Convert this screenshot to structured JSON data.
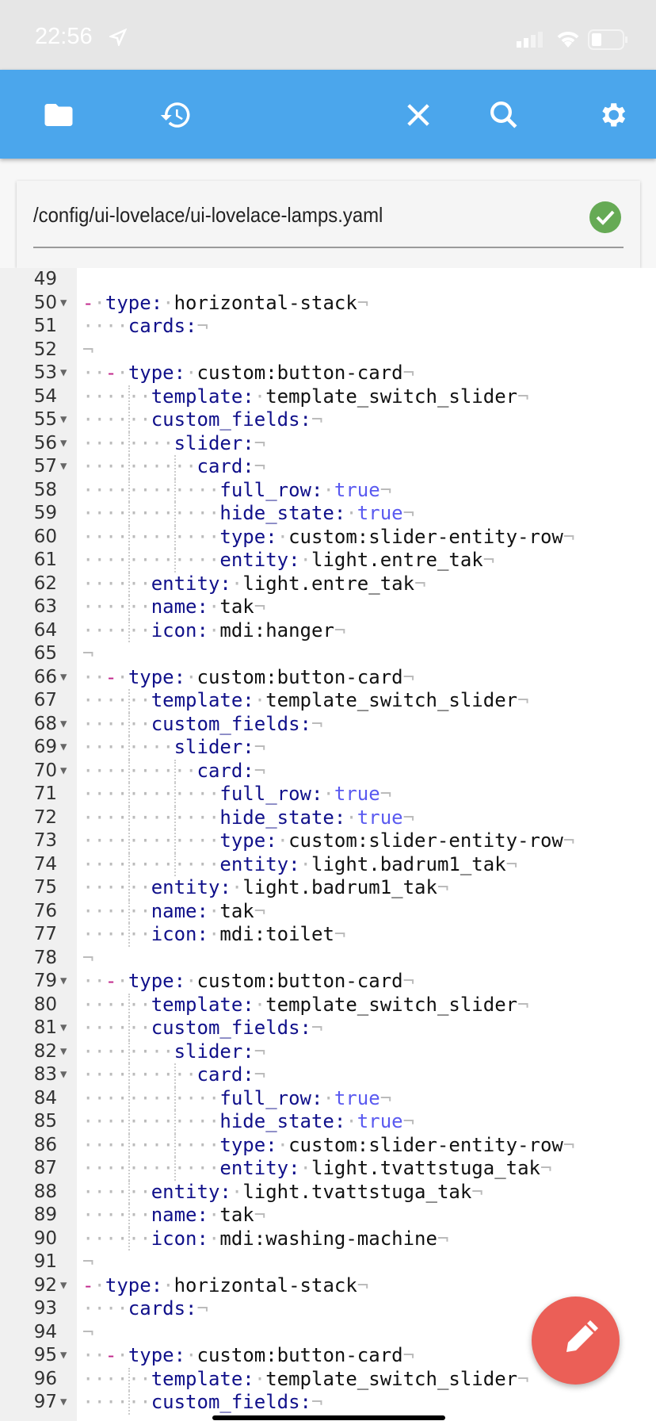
{
  "status_bar": {
    "time": "22:56"
  },
  "toolbar": {
    "icons": [
      "folder-icon",
      "history-icon",
      "close-icon",
      "search-icon",
      "gear-icon"
    ],
    "color": "#4ba6ec"
  },
  "file": {
    "path": "/config/ui-lovelace/ui-lovelace-lamps.yaml",
    "valid": true
  },
  "editor": {
    "lines": [
      {
        "n": "49"
      },
      {
        "n": "50",
        "i": 2,
        "d": true,
        "k": "type",
        "v": "horizontal-stack",
        "f": true
      },
      {
        "n": "51",
        "i": 4,
        "k": "cards"
      },
      {
        "n": "52",
        "e": true
      },
      {
        "n": "53",
        "i": 4,
        "d": true,
        "k": "type",
        "v": "custom:button-card",
        "f": true
      },
      {
        "n": "54",
        "i": 6,
        "k": "template",
        "v": "template_switch_slider"
      },
      {
        "n": "55",
        "i": 6,
        "k": "custom_fields",
        "f": true
      },
      {
        "n": "56",
        "i": 8,
        "k": "slider",
        "f": true
      },
      {
        "n": "57",
        "i": 10,
        "k": "card",
        "f": true
      },
      {
        "n": "58",
        "i": 12,
        "k": "full_row",
        "v": "true",
        "b": true
      },
      {
        "n": "59",
        "i": 12,
        "k": "hide_state",
        "v": "true",
        "b": true
      },
      {
        "n": "60",
        "i": 12,
        "k": "type",
        "v": "custom:slider-entity-row"
      },
      {
        "n": "61",
        "i": 12,
        "k": "entity",
        "v": "light.entre_tak"
      },
      {
        "n": "62",
        "i": 6,
        "k": "entity",
        "v": "light.entre_tak"
      },
      {
        "n": "63",
        "i": 6,
        "k": "name",
        "v": "tak"
      },
      {
        "n": "64",
        "i": 6,
        "k": "icon",
        "v": "mdi:hanger"
      },
      {
        "n": "65",
        "e": true
      },
      {
        "n": "66",
        "i": 4,
        "d": true,
        "k": "type",
        "v": "custom:button-card",
        "f": true
      },
      {
        "n": "67",
        "i": 6,
        "k": "template",
        "v": "template_switch_slider"
      },
      {
        "n": "68",
        "i": 6,
        "k": "custom_fields",
        "f": true
      },
      {
        "n": "69",
        "i": 8,
        "k": "slider",
        "f": true
      },
      {
        "n": "70",
        "i": 10,
        "k": "card",
        "f": true
      },
      {
        "n": "71",
        "i": 12,
        "k": "full_row",
        "v": "true",
        "b": true
      },
      {
        "n": "72",
        "i": 12,
        "k": "hide_state",
        "v": "true",
        "b": true
      },
      {
        "n": "73",
        "i": 12,
        "k": "type",
        "v": "custom:slider-entity-row"
      },
      {
        "n": "74",
        "i": 12,
        "k": "entity",
        "v": "light.badrum1_tak"
      },
      {
        "n": "75",
        "i": 6,
        "k": "entity",
        "v": "light.badrum1_tak"
      },
      {
        "n": "76",
        "i": 6,
        "k": "name",
        "v": "tak"
      },
      {
        "n": "77",
        "i": 6,
        "k": "icon",
        "v": "mdi:toilet"
      },
      {
        "n": "78",
        "e": true
      },
      {
        "n": "79",
        "i": 4,
        "d": true,
        "k": "type",
        "v": "custom:button-card",
        "f": true
      },
      {
        "n": "80",
        "i": 6,
        "k": "template",
        "v": "template_switch_slider"
      },
      {
        "n": "81",
        "i": 6,
        "k": "custom_fields",
        "f": true
      },
      {
        "n": "82",
        "i": 8,
        "k": "slider",
        "f": true
      },
      {
        "n": "83",
        "i": 10,
        "k": "card",
        "f": true
      },
      {
        "n": "84",
        "i": 12,
        "k": "full_row",
        "v": "true",
        "b": true
      },
      {
        "n": "85",
        "i": 12,
        "k": "hide_state",
        "v": "true",
        "b": true
      },
      {
        "n": "86",
        "i": 12,
        "k": "type",
        "v": "custom:slider-entity-row"
      },
      {
        "n": "87",
        "i": 12,
        "k": "entity",
        "v": "light.tvattstuga_tak"
      },
      {
        "n": "88",
        "i": 6,
        "k": "entity",
        "v": "light.tvattstuga_tak"
      },
      {
        "n": "89",
        "i": 6,
        "k": "name",
        "v": "tak"
      },
      {
        "n": "90",
        "i": 6,
        "k": "icon",
        "v": "mdi:washing-machine"
      },
      {
        "n": "91",
        "e": true
      },
      {
        "n": "92",
        "i": 2,
        "d": true,
        "k": "type",
        "v": "horizontal-stack",
        "f": true
      },
      {
        "n": "93",
        "i": 4,
        "k": "cards"
      },
      {
        "n": "94",
        "e": true
      },
      {
        "n": "95",
        "i": 4,
        "d": true,
        "k": "type",
        "v": "custom:button-card",
        "f": true
      },
      {
        "n": "96",
        "i": 6,
        "k": "template",
        "v": "template_switch_slider"
      },
      {
        "n": "97",
        "i": 6,
        "k": "custom_fields",
        "f": true
      }
    ]
  },
  "fab": {
    "icon": "pencil-icon",
    "color": "#eb5f57"
  }
}
